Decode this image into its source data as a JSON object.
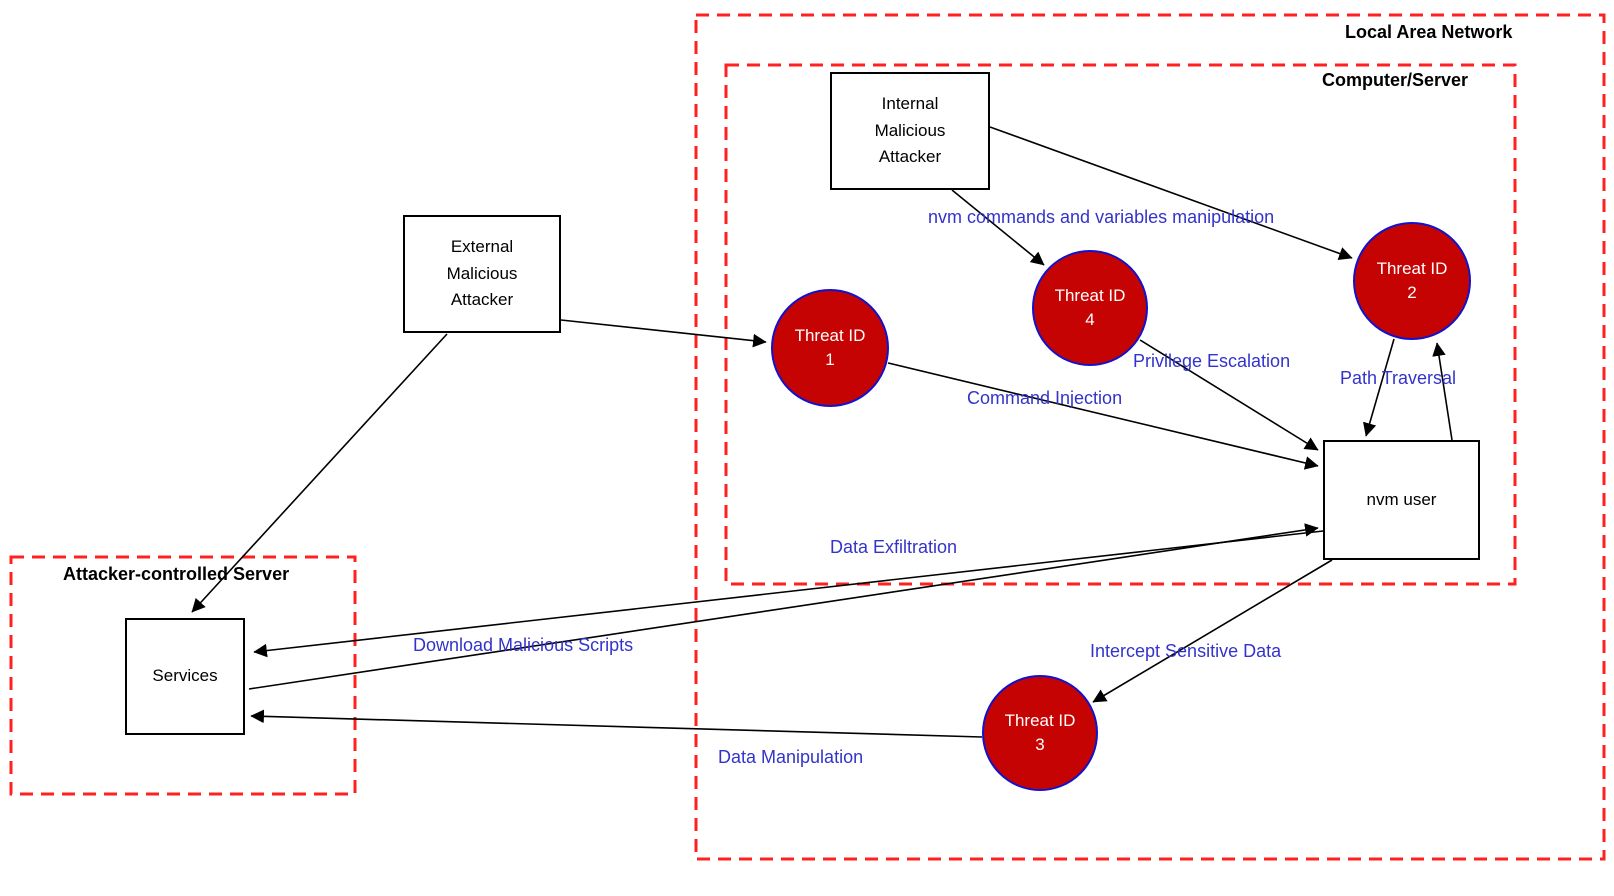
{
  "diagram": {
    "title_hint": "nvm threat model data flow diagram",
    "colors": {
      "boundary_red": "#ff2121",
      "flow_label_blue": "#3333cc",
      "threat_fill_red": "#c60303",
      "threat_stroke_blue": "#1212cc",
      "arrow_black": "#000000"
    },
    "boundaries": {
      "lan": {
        "label": "Local Area Network"
      },
      "computer": {
        "label": "Computer/Server"
      },
      "attacker_server": {
        "label": "Attacker-controlled Server"
      }
    },
    "nodes": {
      "internal_attacker": {
        "label": "Internal Malicious Attacker"
      },
      "external_attacker": {
        "label": "External Malicious Attacker"
      },
      "nvm_user": {
        "label": "nvm user"
      },
      "services": {
        "label": "Services"
      }
    },
    "threats": {
      "t1": {
        "name": "Threat ID",
        "number": "1"
      },
      "t2": {
        "name": "Threat ID",
        "number": "2"
      },
      "t3": {
        "name": "Threat ID",
        "number": "3"
      },
      "t4": {
        "name": "Threat ID",
        "number": "4"
      }
    },
    "flows": {
      "internal_to_threat2": {
        "label": "",
        "from": "Internal Malicious Attacker",
        "to": "Threat ID 2"
      },
      "nvm_commands": {
        "label": "nvm commands and variables manipulation",
        "from": "Internal Malicious Attacker",
        "to": "Threat ID 4"
      },
      "external_to_threat1": {
        "label": "",
        "from": "External Malicious Attacker",
        "to": "Threat ID 1"
      },
      "external_to_services": {
        "label": "",
        "from": "External Malicious Attacker",
        "to": "Services"
      },
      "command_injection": {
        "label": "Command Injection",
        "from": "Threat ID 1",
        "to": "nvm user"
      },
      "privilege_escalation": {
        "label": "Privilege Escalation",
        "from": "Threat ID 4",
        "to": "nvm user"
      },
      "threat2_to_nvm": {
        "label": "",
        "from": "Threat ID 2",
        "to": "nvm user"
      },
      "path_traversal": {
        "label": "Path Traversal",
        "from": "nvm user",
        "to": "Threat ID 2"
      },
      "data_exfiltration": {
        "label": "Data Exfiltration",
        "from": "nvm user",
        "to": "Services"
      },
      "download_scripts": {
        "label": "Download Malicious Scripts",
        "from": "Services",
        "to": "nvm user"
      },
      "intercept_data": {
        "label": "Intercept Sensitive Data",
        "from": "nvm user",
        "to": "Threat ID 3"
      },
      "data_manipulation": {
        "label": "Data Manipulation",
        "from": "Threat ID 3",
        "to": "Services"
      }
    }
  }
}
